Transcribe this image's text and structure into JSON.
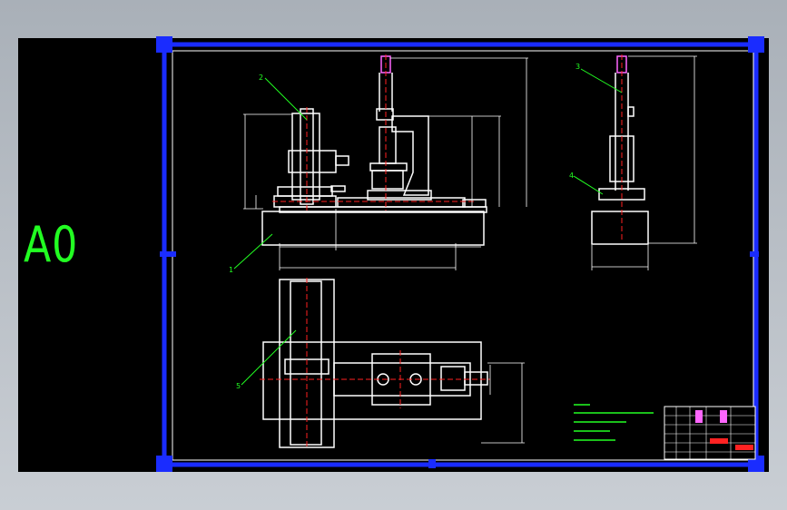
{
  "sheet": {
    "size_label": "A0"
  },
  "colors": {
    "background": "#000000",
    "frame": "#1a2cff",
    "geometry": "#ffffff",
    "dimensions": "#ffffff",
    "leaders": "#22ff22",
    "centerlines": "#ff2020",
    "hatch": "#ff66ff",
    "title_red": "#ff2222",
    "sheet_label": "#22ff22"
  },
  "views": {
    "front": {
      "part_balloons": [
        "2",
        "1"
      ]
    },
    "side": {
      "part_balloons": [
        "3",
        "4"
      ]
    },
    "top": {
      "part_balloons": [
        "5"
      ]
    }
  }
}
